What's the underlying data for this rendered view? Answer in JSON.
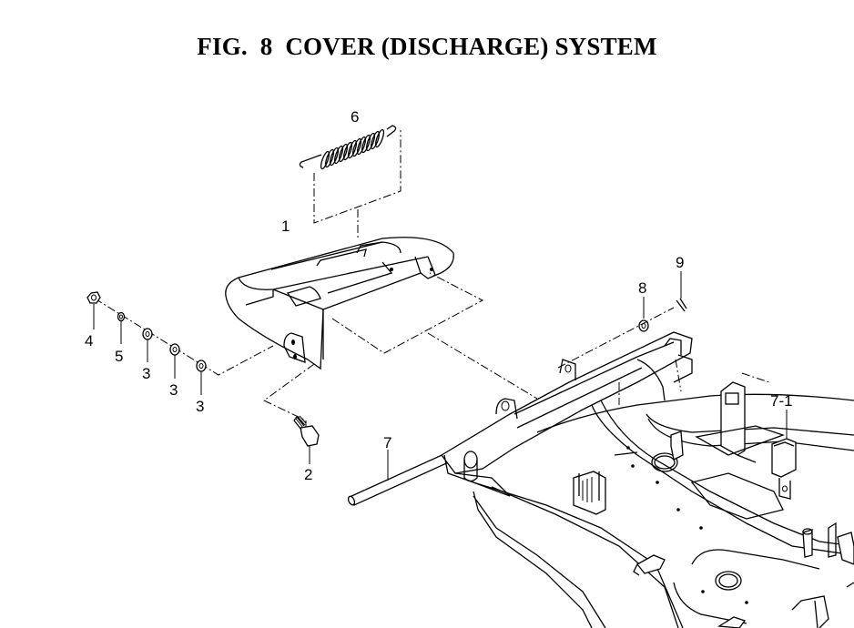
{
  "figure": {
    "title": "FIG.  8  COVER (DISCHARGE) SYSTEM"
  },
  "callouts": {
    "c1": "1",
    "c2": "2",
    "c3a": "3",
    "c3b": "3",
    "c3c": "3",
    "c4": "4",
    "c5": "5",
    "c6": "6",
    "c7": "7",
    "c7_1": "7-1",
    "c8": "8",
    "c9": "9"
  }
}
